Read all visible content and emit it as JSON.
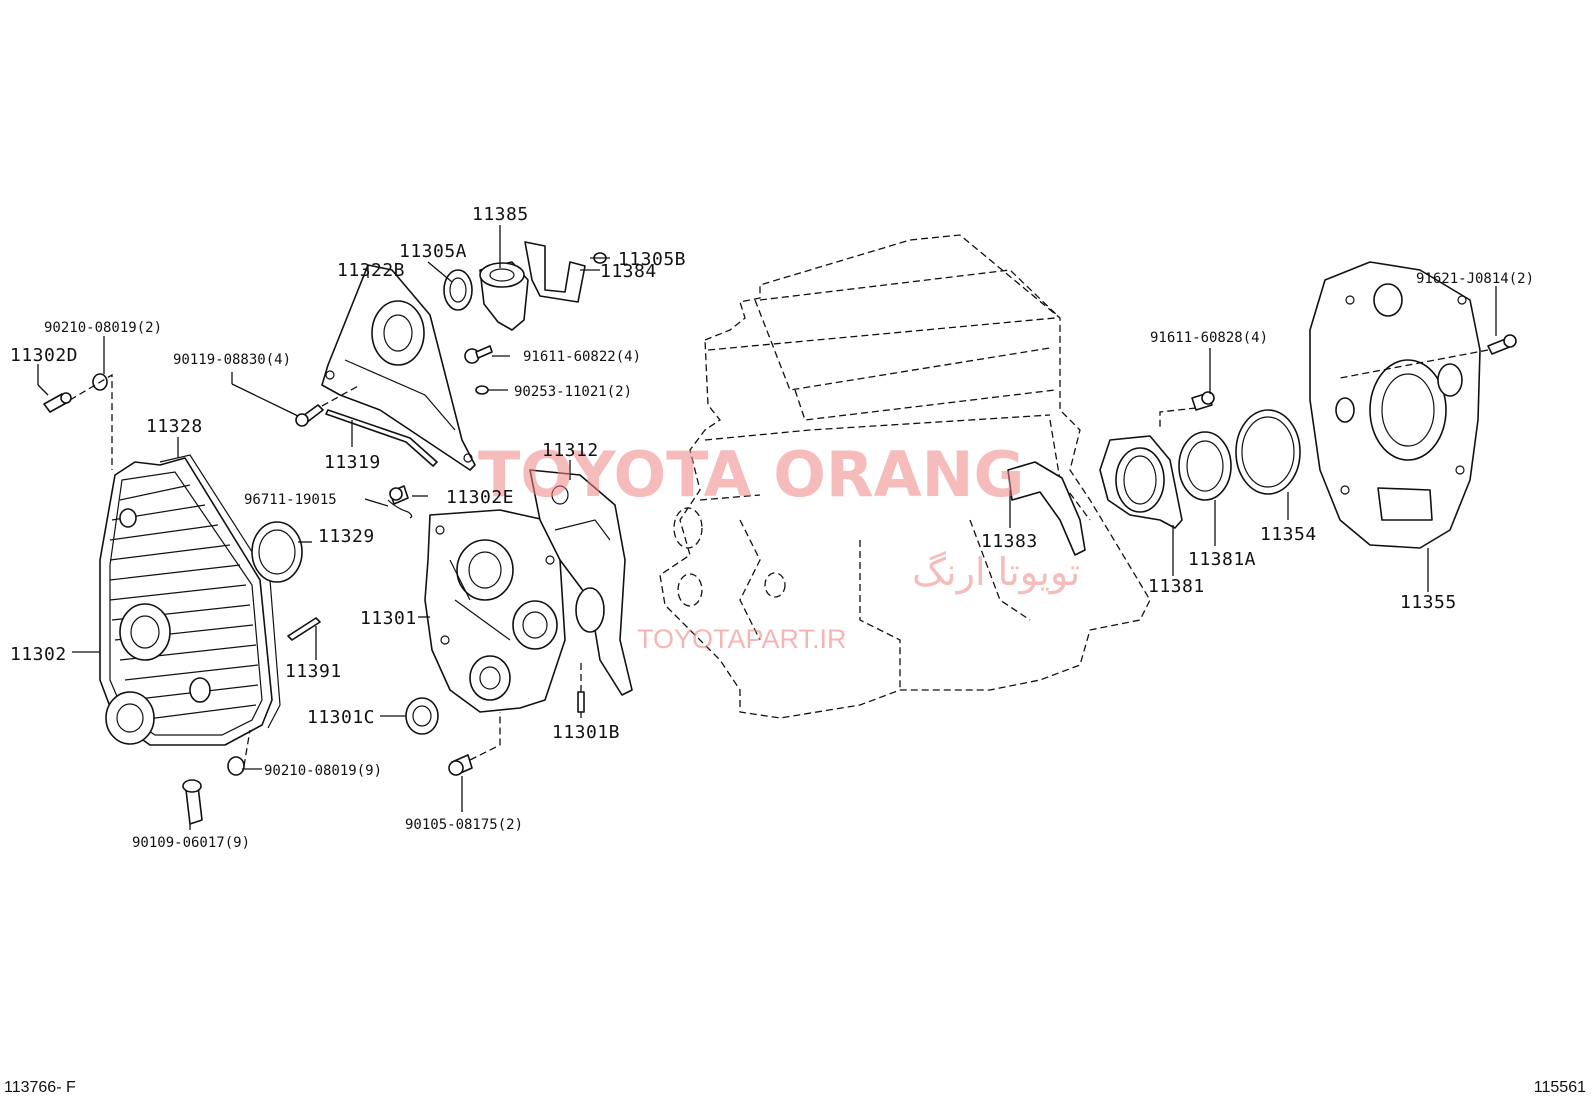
{
  "labels": {
    "p11385": "11385",
    "p11305A": "11305A",
    "p11305B": "11305B",
    "p11322B": "11322B",
    "p11384": "11384",
    "p90210a": "90210-08019(2)",
    "p11302D": "11302D",
    "p90119": "90119-08830(4)",
    "p91611a": "91611-60822(4)",
    "p90253": "90253-11021(2)",
    "p11328": "11328",
    "p11319": "11319",
    "p11312": "11312",
    "p96711": "96711-19015",
    "p11302E": "11302E",
    "p11329": "11329",
    "p11301": "11301",
    "p11302": "11302",
    "p11391": "11391",
    "p11301C": "11301C",
    "p11301B": "11301B",
    "p90210b": "90210-08019(9)",
    "p90109": "90109-06017(9)",
    "p90105": "90105-08175(2)",
    "p91611b": "91611-60828(4)",
    "p91621": "91621-J0814(2)",
    "p11383": "11383",
    "p11381A": "11381A",
    "p11381": "11381",
    "p11354": "11354",
    "p11355": "11355"
  },
  "watermark": {
    "brand": "TOYOTA ORANG",
    "persian": "تویوتا ارنگ",
    "url": "TOYOTAPART.IR"
  },
  "footer": {
    "left_code": "113766- F",
    "right_code": "115561"
  },
  "colors": {
    "line": "#111111",
    "watermark": "#ef8585"
  }
}
